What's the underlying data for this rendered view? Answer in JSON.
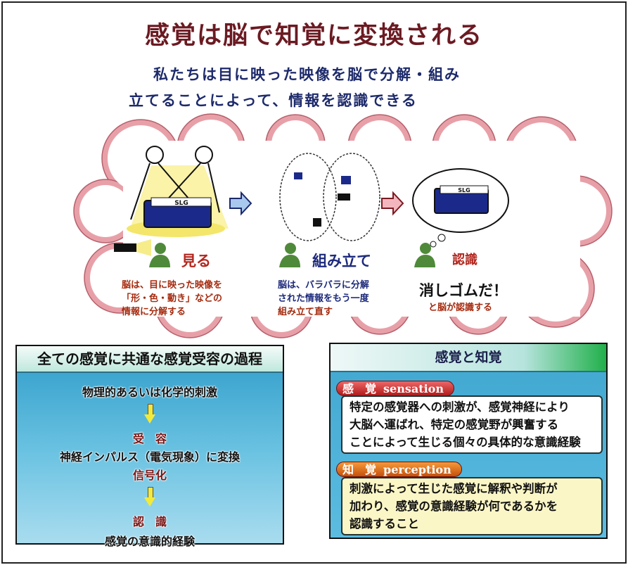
{
  "title": "感覚は脳で知覚に変換される",
  "subtitle": [
    "私たちは目に映った映像を脳で分解・組み",
    "立てることによって、情報を認識できる"
  ],
  "steps": [
    {
      "label": "見る",
      "desc": [
        "脳は、目に映った映像を",
        "「形・色・動き」などの",
        "情報に分解する"
      ]
    },
    {
      "label": "組み立て",
      "desc": [
        "脳は、バラバラに分解",
        "された情報をもう一度",
        "組み立て直す"
      ]
    },
    {
      "label": "認識",
      "exclaim": "消しゴムだ！",
      "desc": [
        "と脳が認識する"
      ]
    }
  ],
  "eraser_logo": "SLG",
  "colors": {
    "title": "#6b1a22",
    "subtitle": "#1d2a6b",
    "cloud": "#e8a0a8",
    "panel": "#3fa6cf"
  },
  "process_panel": {
    "title": "全ての感覚に共通な感覚受容の過程",
    "items": [
      "物理的あるいは化学的刺激",
      "受　容",
      "神経インパルス（電気現象）に変換",
      "信号化",
      "認　識",
      "感覚の意識的経験"
    ]
  },
  "definition_panel": {
    "title": "感覚と知覚",
    "sensation": {
      "tag": "感　覚",
      "en": "sensation",
      "text": [
        "特定の感覚器への刺激が、感覚神経により",
        "大脳へ運ばれ、特定の感覚野が興奮する",
        "ことによって生じる個々の具体的な意識経験"
      ]
    },
    "perception": {
      "tag": "知　覚",
      "en": "perception",
      "text": [
        "刺激によって生じた感覚に解釈や判断が",
        "加わり、感覚の意識経験が何であるかを",
        "認識すること"
      ]
    }
  }
}
